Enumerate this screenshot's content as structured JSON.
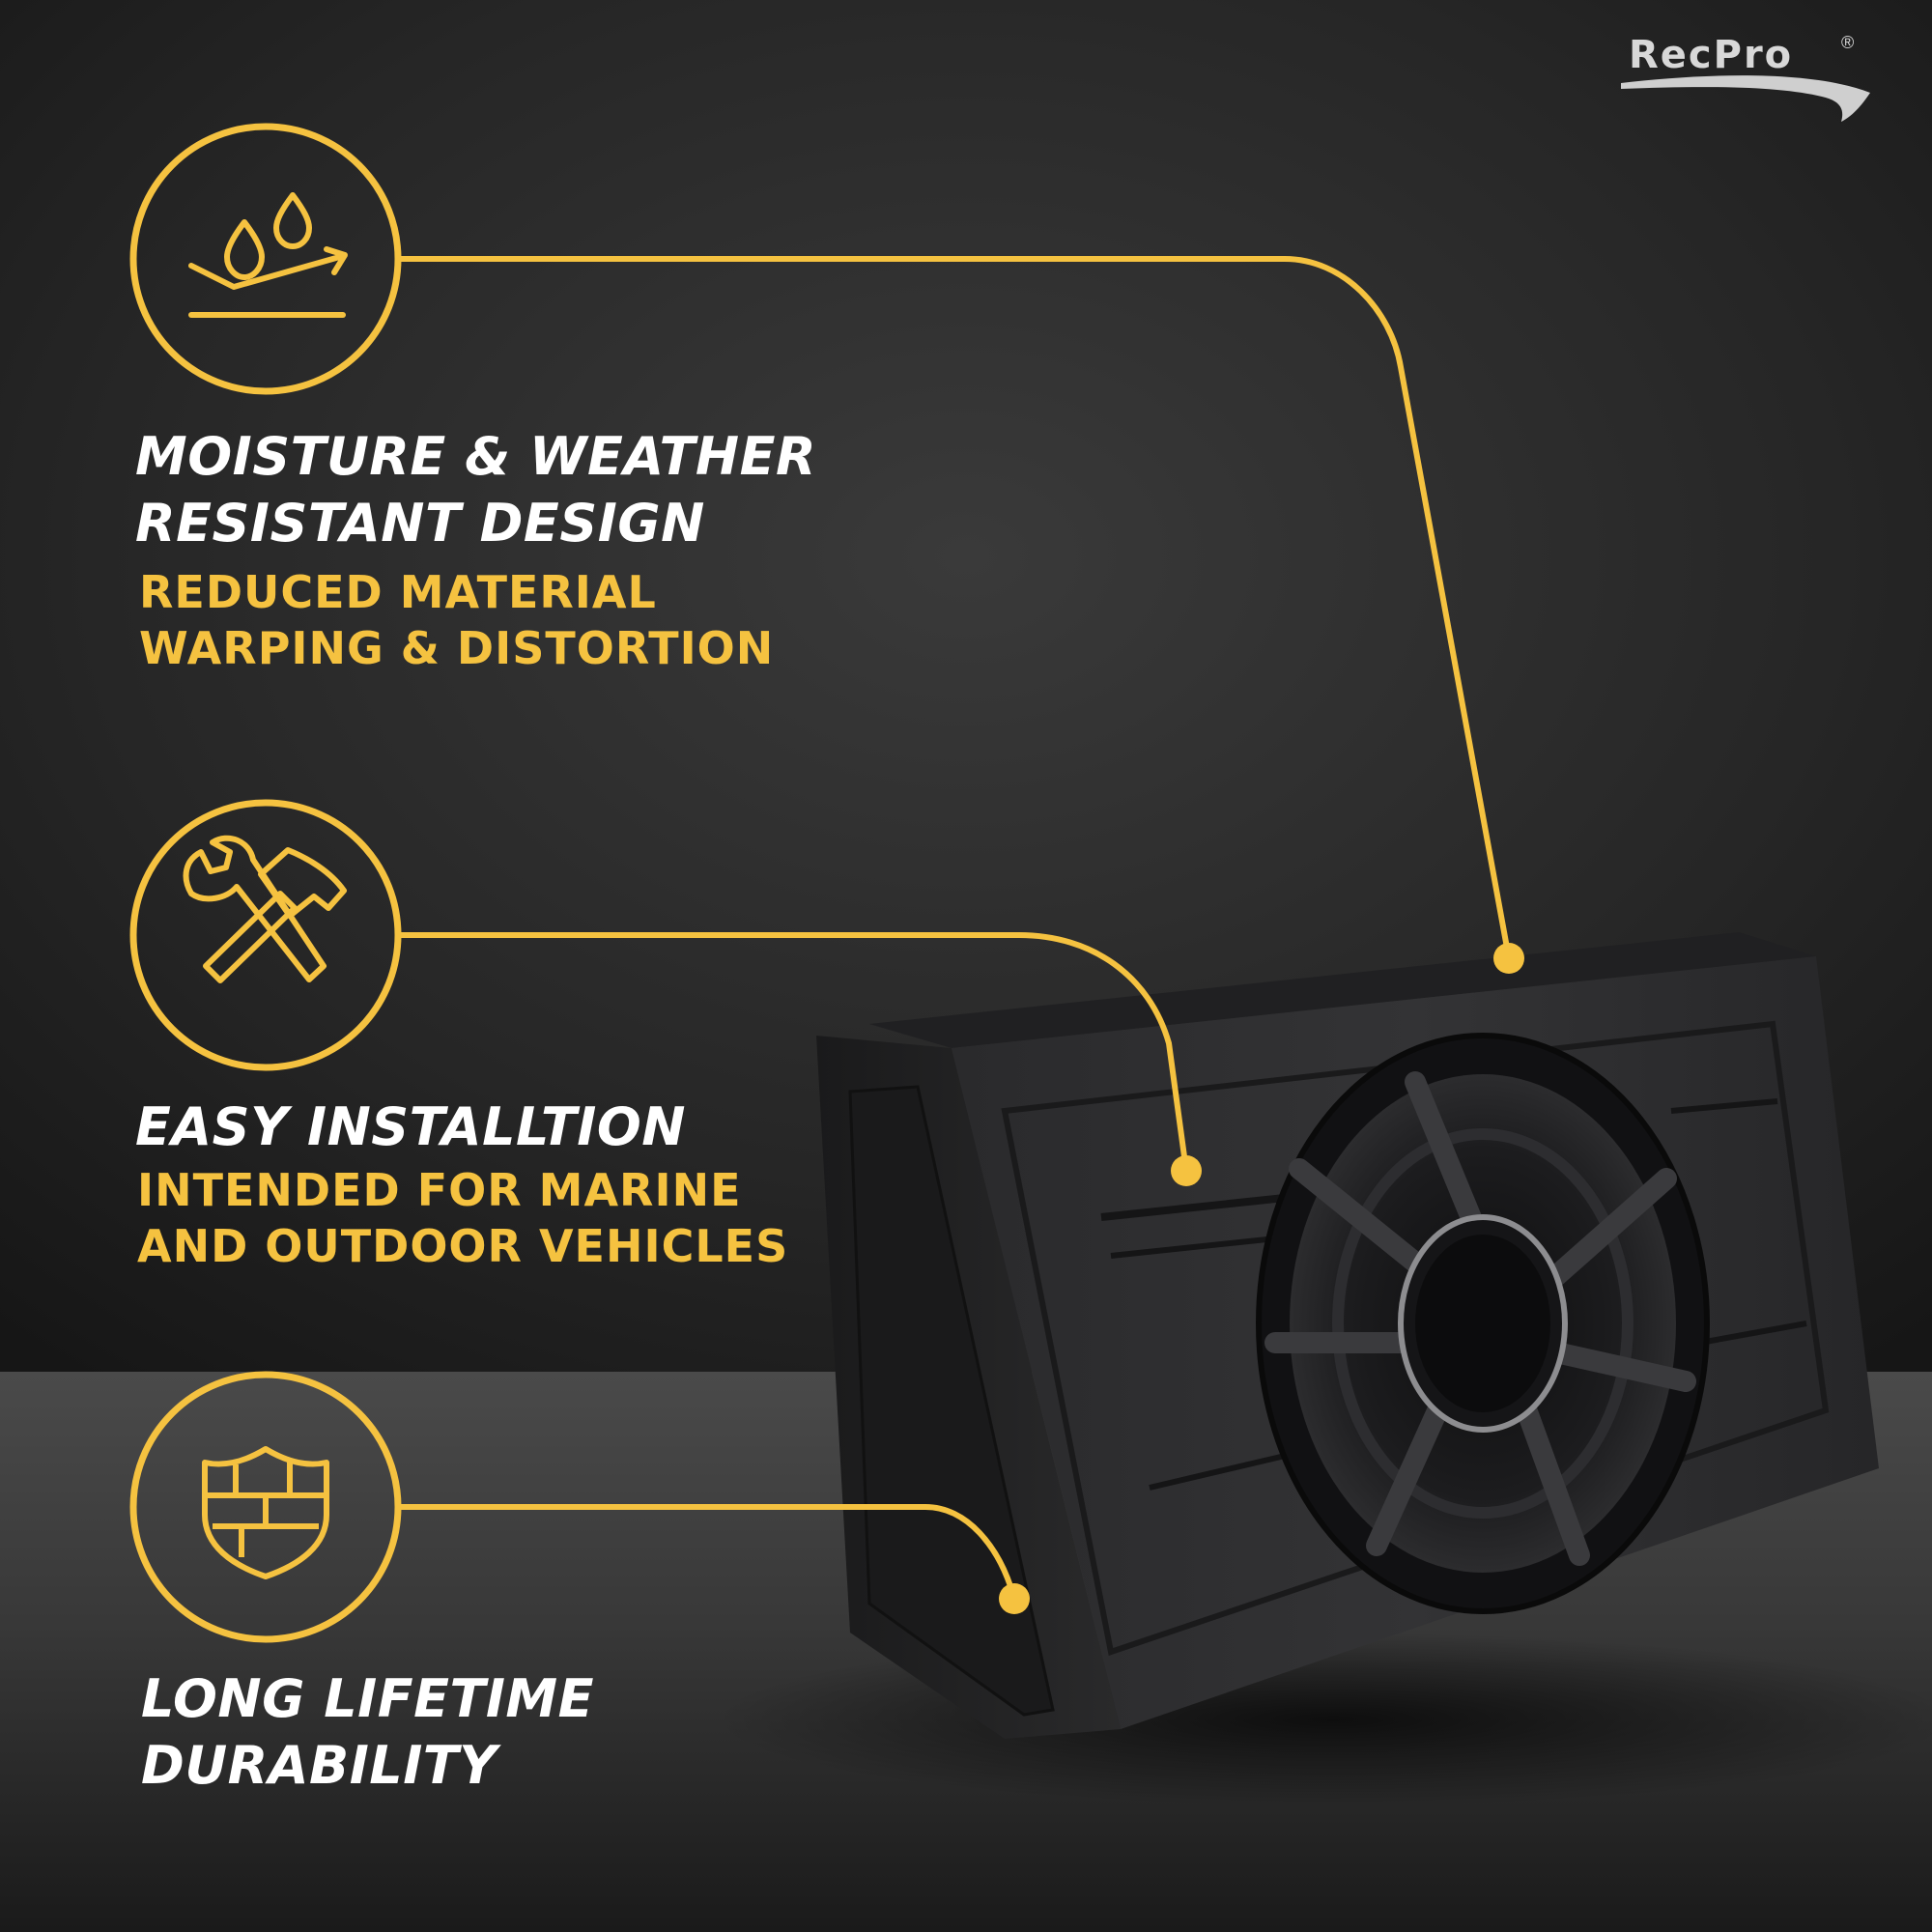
{
  "brand": {
    "logo_text": "RecPro",
    "registered_mark": "®"
  },
  "colors": {
    "accent": "#f5c240",
    "heading": "#ffffff",
    "background": "#1f1f1f"
  },
  "features": [
    {
      "icon": "water-drops-icon",
      "heading_lines": [
        "MOISTURE & WEATHER",
        "RESISTANT DESIGN"
      ],
      "sub_lines": [
        "REDUCED MATERIAL",
        "WARPING & DISTORTION"
      ]
    },
    {
      "icon": "wrench-hammer-icon",
      "heading_lines": [
        "EASY INSTALLTION"
      ],
      "sub_lines": [
        "INTENDED FOR MARINE",
        "AND OUTDOOR VEHICLES"
      ]
    },
    {
      "icon": "shield-icon",
      "heading_lines": [
        "LONG LIFETIME",
        "DURABILITY"
      ],
      "sub_lines": []
    }
  ]
}
